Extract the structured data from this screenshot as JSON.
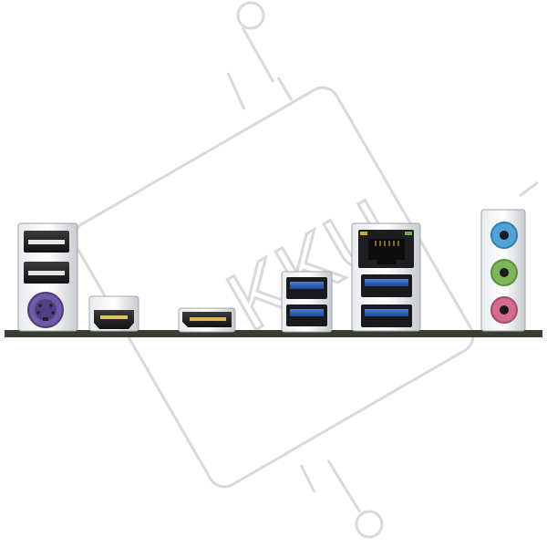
{
  "watermark": {
    "text": "KKU",
    "color": "#d6d6d6"
  },
  "ports": [
    {
      "icon": "usb2-port-icon",
      "count": 2
    },
    {
      "icon": "ps2-port-icon",
      "color": "#6f5aa8"
    },
    {
      "icon": "hdmi-port-icon"
    },
    {
      "icon": "displayport-icon"
    },
    {
      "icon": "usb3-port-icon",
      "count": 2,
      "color": "#2f5fb3"
    },
    {
      "icon": "ethernet-port-icon"
    },
    {
      "icon": "usb3-port-icon",
      "count": 2,
      "color": "#2f5fb3"
    },
    {
      "icon": "audio-jack-icon",
      "colors": [
        "#4fa3d6",
        "#7db55a",
        "#d46a8c"
      ]
    }
  ],
  "colors": {
    "board": "#3a3d34",
    "usb3_blue": "#2f5fb3",
    "metal": "#cfd2d6"
  }
}
